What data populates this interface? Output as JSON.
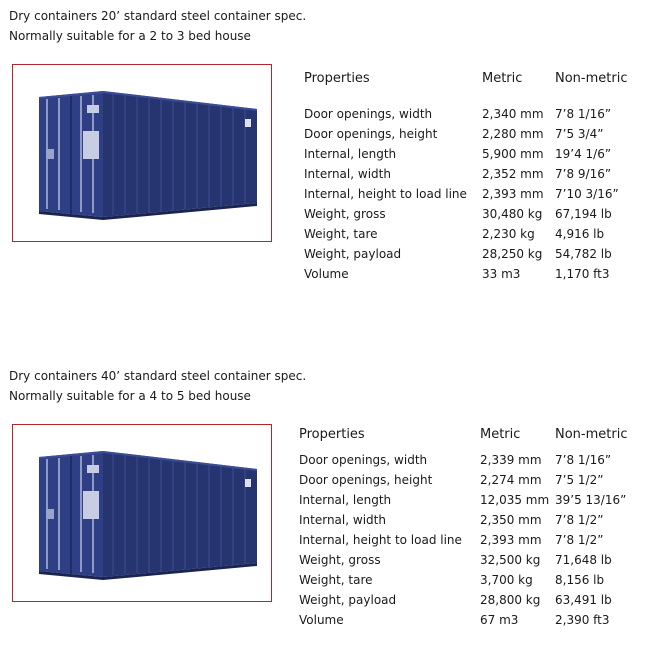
{
  "sections": [
    {
      "intro_line1": "Dry containers 20’ standard steel container spec.",
      "intro_line2": "Normally suitable for a 2 to 3 bed house",
      "image_label": "20ft container photo",
      "container_color": "#2e3f86",
      "headers": {
        "property": "Properties",
        "metric": "Metric",
        "nonmetric": "Non-metric"
      },
      "rows": [
        {
          "property": "Door openings, width",
          "metric": "2,340 mm",
          "nonmetric": "7’8 1/16”"
        },
        {
          "property": "Door openings, height",
          "metric": "2,280 mm",
          "nonmetric": "7’5 3/4”"
        },
        {
          "property": "Internal, length",
          "metric": "5,900 mm",
          "nonmetric": "19’4 1/6”"
        },
        {
          "property": "Internal, width",
          "metric": "2,352 mm",
          "nonmetric": "7’8 9/16”"
        },
        {
          "property": "Internal, height to load line",
          "metric": "2,393 mm",
          "nonmetric": "7’10 3/16”"
        },
        {
          "property": "Weight, gross",
          "metric": "30,480 kg",
          "nonmetric": "67,194 lb"
        },
        {
          "property": "Weight, tare",
          "metric": "2,230 kg",
          "nonmetric": "4,916 lb"
        },
        {
          "property": "Weight, payload",
          "metric": "28,250 kg",
          "nonmetric": "54,782 lb"
        },
        {
          "property": "Volume",
          "metric": "33 m3",
          "nonmetric": "1,170 ft3"
        }
      ]
    },
    {
      "intro_line1": "Dry containers 40’ standard steel container spec.",
      "intro_line2": "Normally suitable for a 4 to 5 bed house",
      "image_label": "40ft container photo",
      "container_color": "#2e3f86",
      "headers": {
        "property": "Properties",
        "metric": "Metric",
        "nonmetric": "Non-metric"
      },
      "rows": [
        {
          "property": "Door openings, width",
          "metric": "2,339 mm",
          "nonmetric": "7’8 1/16”"
        },
        {
          "property": "Door openings, height",
          "metric": "2,274 mm",
          "nonmetric": "7’5 1/2”"
        },
        {
          "property": "Internal, length",
          "metric": "12,035 mm",
          "nonmetric": "39’5 13/16”"
        },
        {
          "property": "Internal, width",
          "metric": "2,350 mm",
          "nonmetric": "7’8 1/2”"
        },
        {
          "property": "Internal, height to load line",
          "metric": "2,393 mm",
          "nonmetric": "7’8 1/2”"
        },
        {
          "property": "Weight, gross",
          "metric": "32,500 kg",
          "nonmetric": "71,648 lb"
        },
        {
          "property": "Weight, tare",
          "metric": "3,700 kg",
          "nonmetric": "8,156 lb"
        },
        {
          "property": "Weight, payload",
          "metric": "28,800 kg",
          "nonmetric": "63,491 lb"
        },
        {
          "property": "Volume",
          "metric": "67 m3",
          "nonmetric": "2,390 ft3"
        }
      ]
    }
  ]
}
